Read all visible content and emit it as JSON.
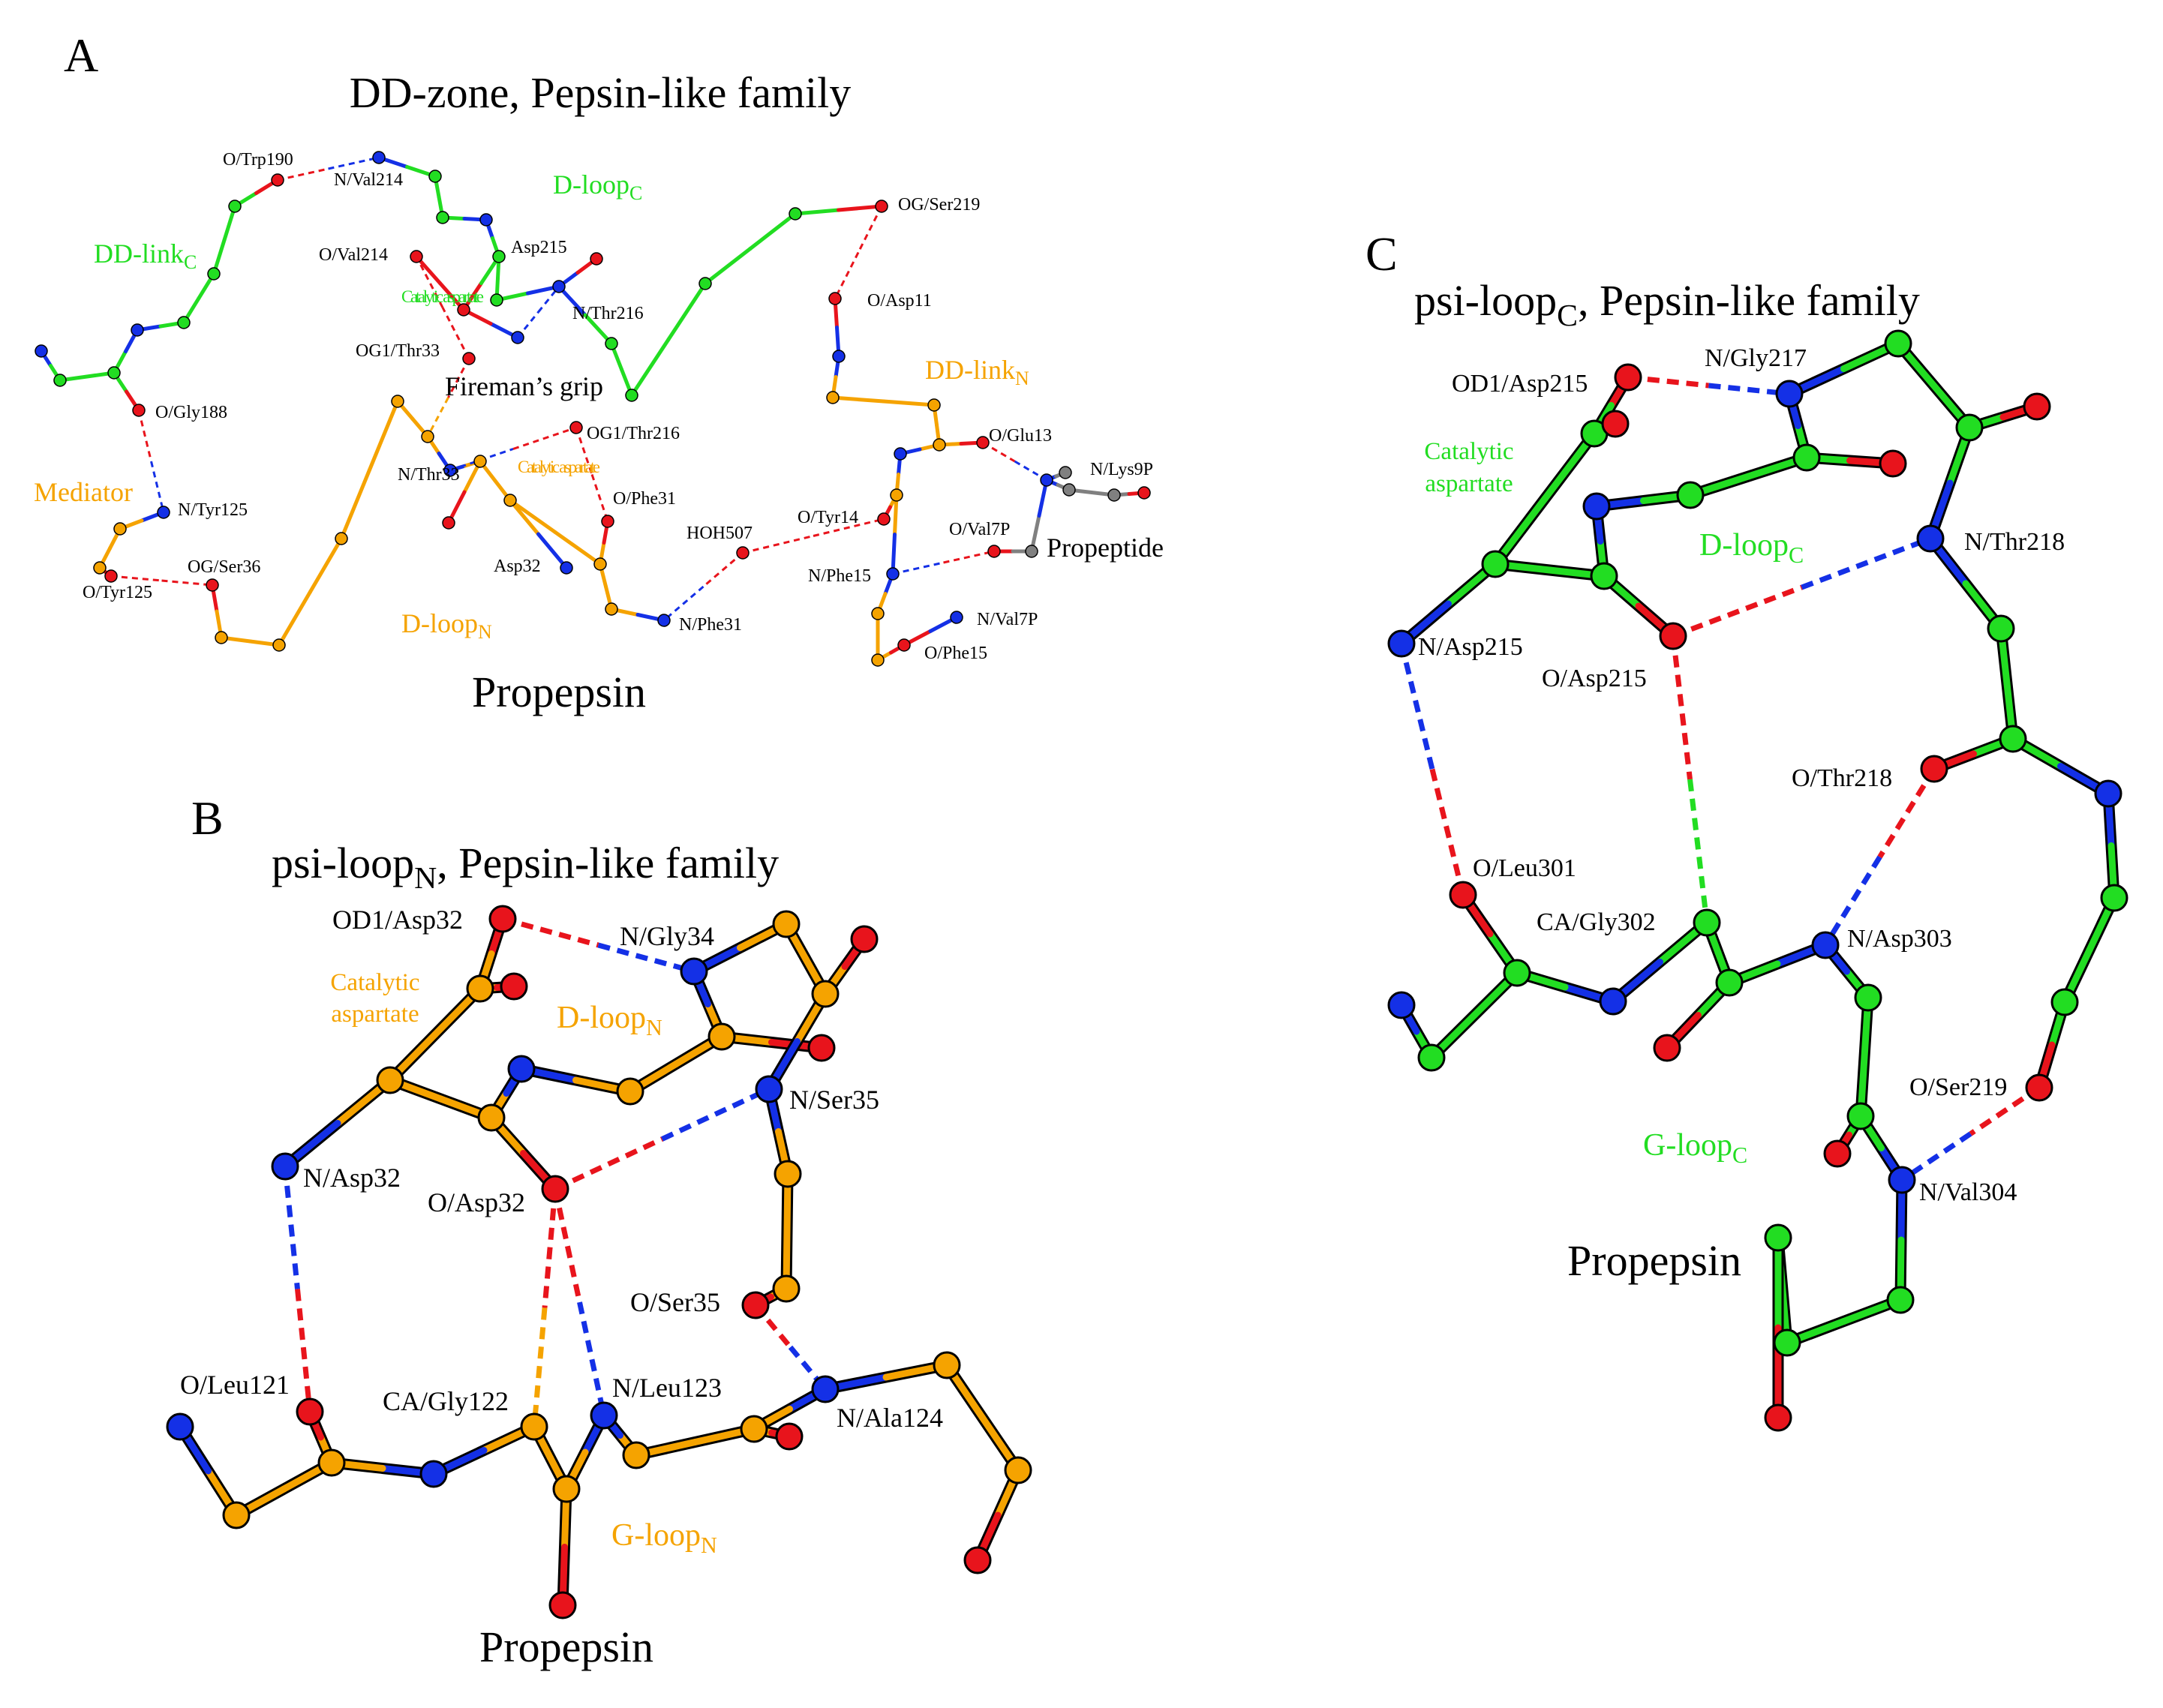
{
  "panels": [
    {
      "letter": "A",
      "title": "DD-zone, Pepsin-like family",
      "footer": "Propepsin",
      "labels": [
        "O/Trp190",
        "N/Val214",
        "O/Val214",
        "Asp215",
        "N/Thr216",
        "OG1/Thr33",
        "O/Gly188",
        "N/Thr33",
        "OG1/Thr216",
        "O/Phe31",
        "N/Tyr125",
        "OG/Ser36",
        "O/Tyr125",
        "Asp32",
        "N/Phe31",
        "HOH507",
        "OG/Ser219",
        "O/Asp11",
        "O/Glu13",
        "N/Lys9P",
        "O/Tyr14",
        "O/Val7P",
        "N/Phe15",
        "N/Val7P",
        "O/Phe15"
      ],
      "mid_labels": [
        "Fireman’s grip",
        "Propeptide"
      ],
      "green_names": [
        {
          "main": "DD-link",
          "sub": "C"
        },
        {
          "main": "D-loop",
          "sub": "C"
        }
      ],
      "green_small": "Catalytic aspartate",
      "orange_names": [
        {
          "main": "DD-link",
          "sub": "N"
        },
        {
          "main": "D-loop",
          "sub": "N"
        },
        {
          "main": "Mediator",
          "sub": ""
        }
      ],
      "orange_small": "Catalytic aspartate"
    },
    {
      "letter": "B",
      "title_main": "psi-loop",
      "title_sub": "N",
      "title_rest": ", Pepsin-like family",
      "footer": "Propepsin",
      "labels": [
        "OD1/Asp32",
        "N/Gly34",
        "N/Ser35",
        "N/Asp32",
        "O/Asp32",
        "O/Ser35",
        "O/Leu121",
        "CA/Gly122",
        "N/Leu123",
        "N/Ala124"
      ],
      "catalytic": [
        "Catalytic",
        "aspartate"
      ],
      "loops": [
        {
          "main": "D-loop",
          "sub": "N"
        },
        {
          "main": "G-loop",
          "sub": "N"
        }
      ]
    },
    {
      "letter": "C",
      "title_main": "psi-loop",
      "title_sub": "C",
      "title_rest": ", Pepsin-like family",
      "footer": "Propepsin",
      "labels": [
        "OD1/Asp215",
        "N/Gly217",
        "N/Thr218",
        "N/Asp215",
        "O/Asp215",
        "O/Thr218",
        "O/Leu301",
        "CA/Gly302",
        "N/Asp303",
        "O/Ser219",
        "N/Val304"
      ],
      "catalytic": [
        "Catalytic",
        "aspartate"
      ],
      "loops": [
        {
          "main": "D-loop",
          "sub": "C"
        },
        {
          "main": "G-loop",
          "sub": "C"
        }
      ]
    }
  ],
  "colors": {
    "oxygen": "#e8141c",
    "nitrogen": "#1430e6",
    "carbon_c_domain": "#22dd22",
    "carbon_n_domain": "#f5a300",
    "propeptide": "#808080",
    "outline": "#000000"
  }
}
